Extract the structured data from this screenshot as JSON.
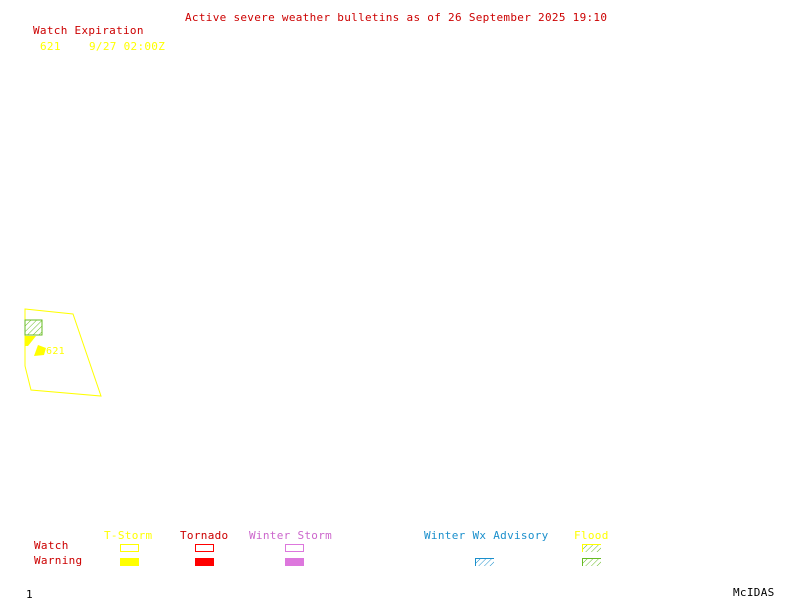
{
  "header": {
    "title": "Active severe weather bulletins as of 26 September 2025 19:10"
  },
  "watch_table": {
    "heading": "Watch Expiration",
    "rows": [
      {
        "number": "621",
        "expiration": "9/27 02:00Z"
      }
    ]
  },
  "map": {
    "watch_label": "621",
    "colors": {
      "watch_outline": "#ffff00",
      "flood_hatch": "#66bb22",
      "warning_fill": "#ffff00"
    }
  },
  "legend": {
    "row_watch": "Watch",
    "row_warning": "Warning",
    "categories": {
      "tstorm": "T-Storm",
      "tornado": "Tornado",
      "winter_storm": "Winter Storm",
      "winter_wx_advisory": "Winter Wx Advisory",
      "flood": "Flood"
    },
    "colors": {
      "tstorm": "#ffff00",
      "tornado": "#ff0000",
      "winter_storm": "#dd77dd",
      "winter_wx_advisory": "#1a8fcc",
      "flood": "#66bb22"
    }
  },
  "footer": {
    "frame_number": "1",
    "brand": "McIDAS"
  }
}
